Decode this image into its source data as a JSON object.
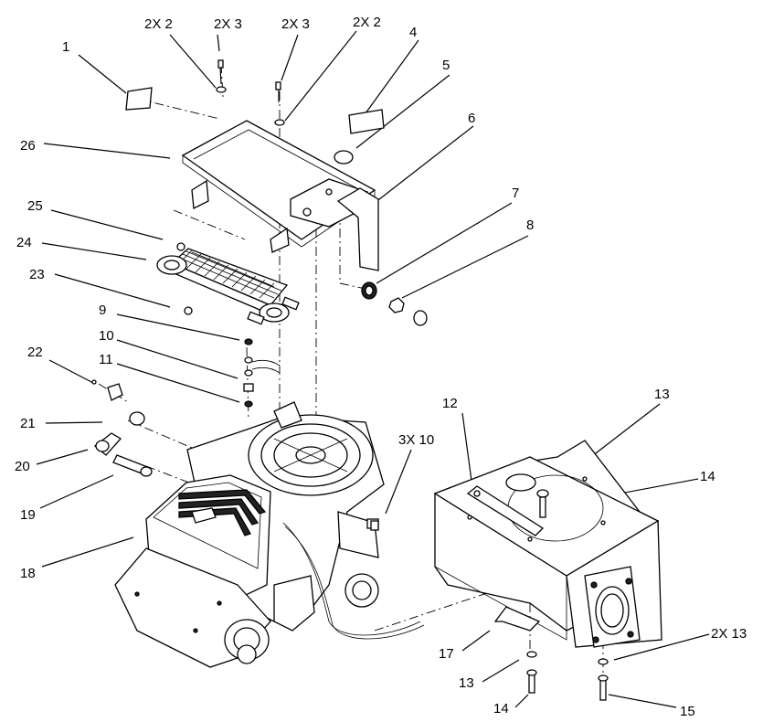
{
  "labels": [
    {
      "id": "l1",
      "text": "1"
    },
    {
      "id": "l2x2a",
      "text": "2X 2"
    },
    {
      "id": "l2x3a",
      "text": "2X 3"
    },
    {
      "id": "l2x3b",
      "text": "2X 3"
    },
    {
      "id": "l2x2b",
      "text": "2X 2"
    },
    {
      "id": "l4",
      "text": "4"
    },
    {
      "id": "l5",
      "text": "5"
    },
    {
      "id": "l6",
      "text": "6"
    },
    {
      "id": "l7",
      "text": "7"
    },
    {
      "id": "l8",
      "text": "8"
    },
    {
      "id": "l26",
      "text": "26"
    },
    {
      "id": "l25",
      "text": "25"
    },
    {
      "id": "l24",
      "text": "24"
    },
    {
      "id": "l23",
      "text": "23"
    },
    {
      "id": "l9",
      "text": "9"
    },
    {
      "id": "l10",
      "text": "10"
    },
    {
      "id": "l11",
      "text": "11"
    },
    {
      "id": "l22",
      "text": "22"
    },
    {
      "id": "l21",
      "text": "21"
    },
    {
      "id": "l20",
      "text": "20"
    },
    {
      "id": "l19",
      "text": "19"
    },
    {
      "id": "l18",
      "text": "18"
    },
    {
      "id": "l12",
      "text": "12"
    },
    {
      "id": "l13a",
      "text": "13"
    },
    {
      "id": "l3x10",
      "text": "3X 10"
    },
    {
      "id": "l14a",
      "text": "14"
    },
    {
      "id": "l17",
      "text": "17"
    },
    {
      "id": "l13b",
      "text": "13"
    },
    {
      "id": "l14b",
      "text": "14"
    },
    {
      "id": "l2x13",
      "text": "2X 13"
    },
    {
      "id": "l15",
      "text": "15"
    }
  ]
}
